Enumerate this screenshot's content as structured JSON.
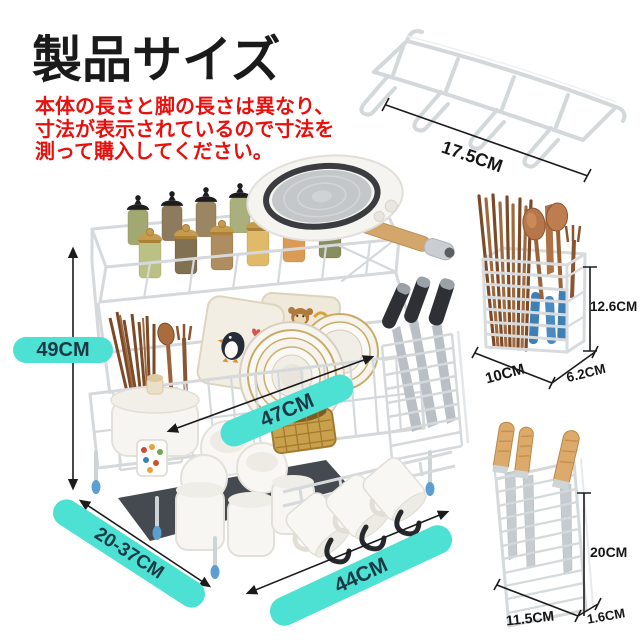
{
  "title": "製品サイズ",
  "notice": {
    "line1": "本体の長さと脚の長さは異なり、",
    "line2": "寸法が表示されているので寸法を",
    "line3": "測って購入してください。"
  },
  "dims": {
    "main_height": "49CM",
    "main_inner_width": "47CM",
    "main_depth": "20-37CM",
    "main_outer_width": "44CM",
    "hook_rack_width": "17.5CM",
    "cutlery_basket_height": "12.6CM",
    "cutlery_basket_width": "10CM",
    "cutlery_basket_depth": "6.2CM",
    "knife_holder_height": "20CM",
    "knife_holder_width": "11.5CM",
    "knife_holder_depth": "1.6CM"
  },
  "colors": {
    "accent_teal": "#4DE1D3",
    "pill_text": "#1C3A46",
    "notice_red": "#E8100C",
    "title_black": "#1A1A1A",
    "dimension_line": "#1B1B1B",
    "wire_gray": "#D5D9DC",
    "foot_cap_blue": "#5B9FD0",
    "copper": "#8A5531",
    "wood_handle": "#DCAA6B"
  }
}
